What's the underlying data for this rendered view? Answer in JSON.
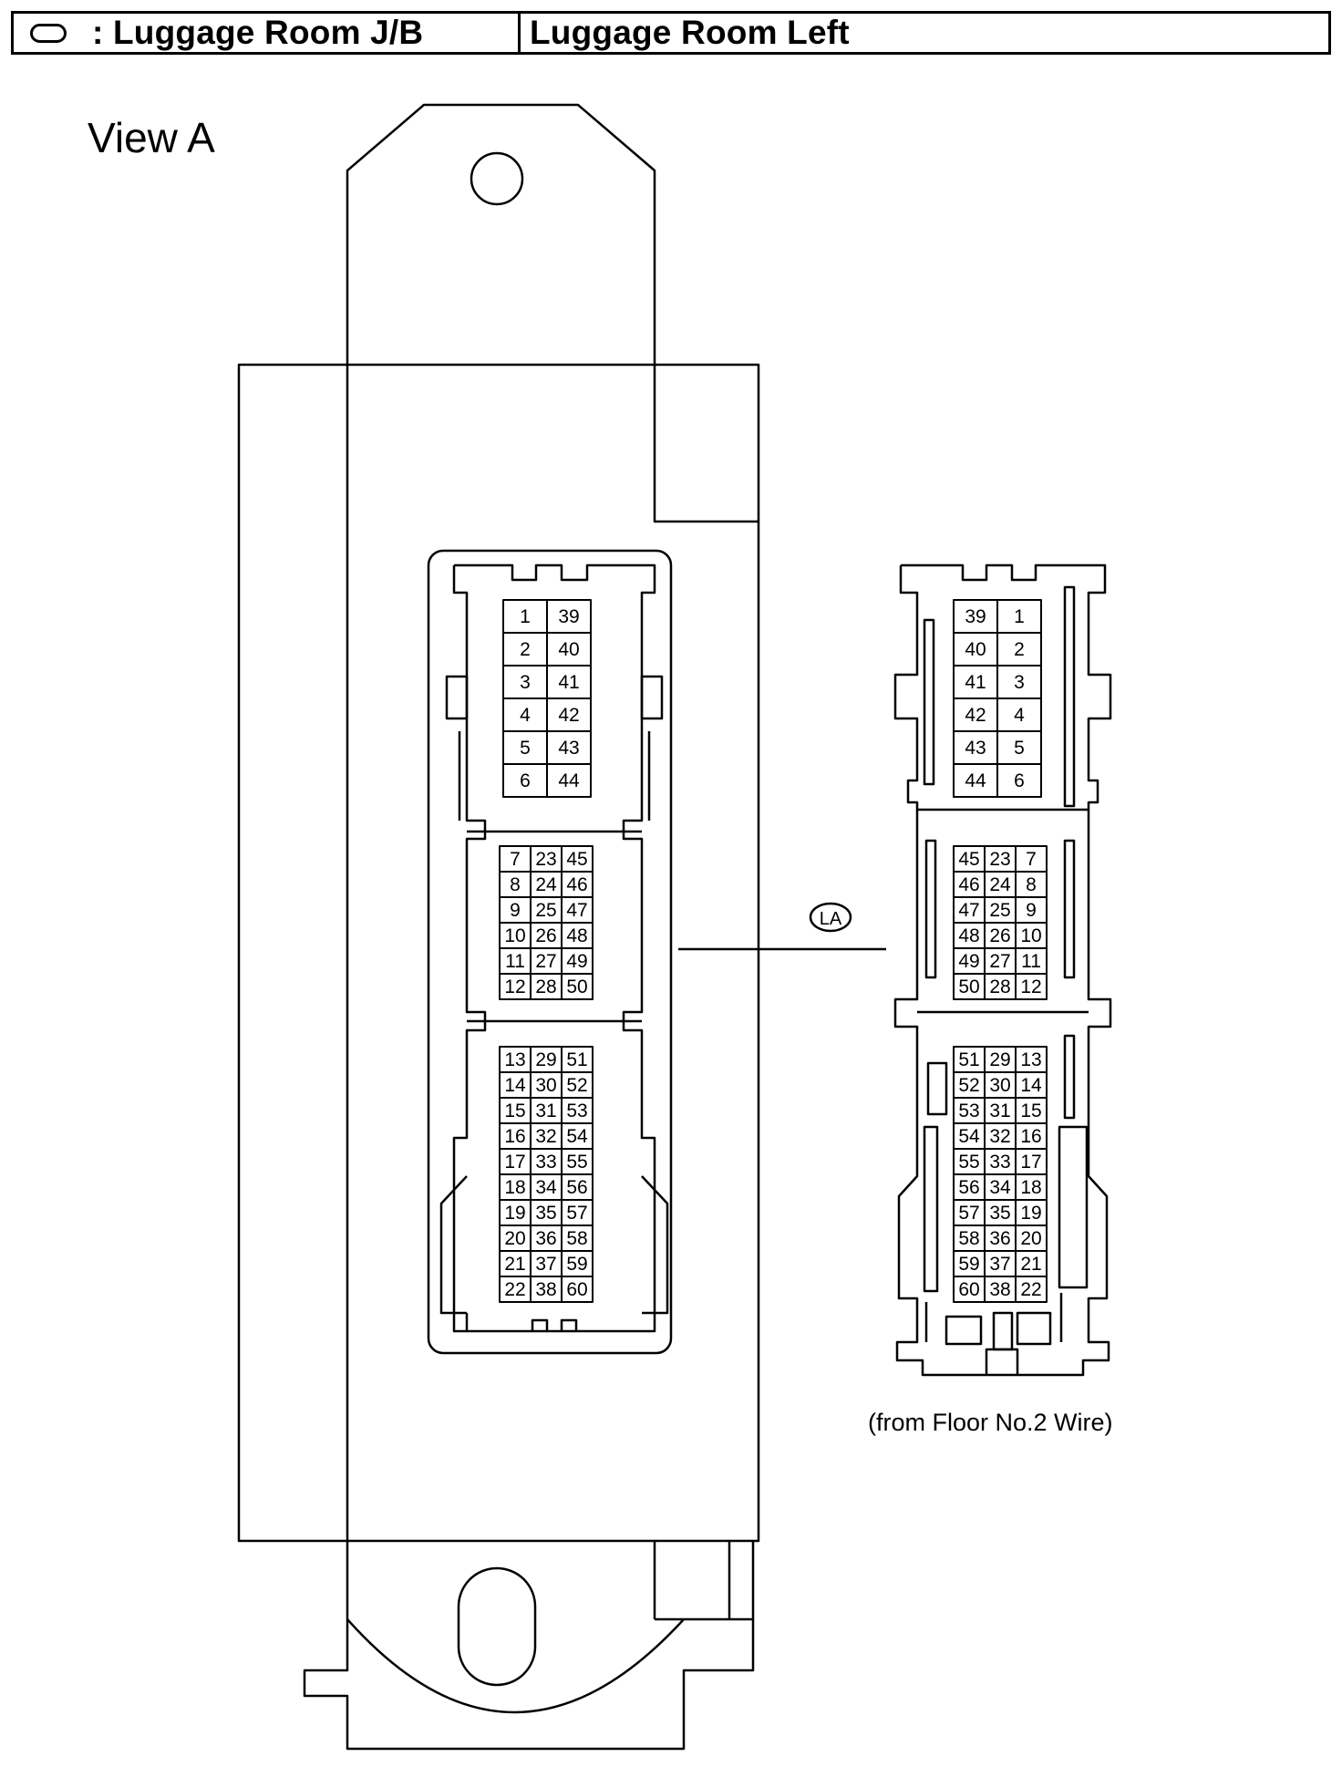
{
  "header": {
    "legend_label": ": Luggage Room J/B",
    "location": "Luggage Room Left"
  },
  "view_label": "View A",
  "connector": {
    "code": "LA",
    "source_note": "(from Floor No.2 Wire)"
  },
  "jb_side": {
    "block1": {
      "cols": [
        [
          1,
          2,
          3,
          4,
          5,
          6
        ],
        [
          39,
          40,
          41,
          42,
          43,
          44
        ]
      ]
    },
    "block2": {
      "cols": [
        [
          7,
          8,
          9,
          10,
          11,
          12
        ],
        [
          23,
          24,
          25,
          26,
          27,
          28
        ],
        [
          45,
          46,
          47,
          48,
          49,
          50
        ]
      ]
    },
    "block3": {
      "cols": [
        [
          13,
          14,
          15,
          16,
          17,
          18,
          19,
          20,
          21,
          22
        ],
        [
          29,
          30,
          31,
          32,
          33,
          34,
          35,
          36,
          37,
          38
        ],
        [
          51,
          52,
          53,
          54,
          55,
          56,
          57,
          58,
          59,
          60
        ]
      ]
    }
  },
  "wire_side": {
    "block1": {
      "cols": [
        [
          39,
          40,
          41,
          42,
          43,
          44
        ],
        [
          1,
          2,
          3,
          4,
          5,
          6
        ]
      ]
    },
    "block2": {
      "cols": [
        [
          45,
          46,
          47,
          48,
          49,
          50
        ],
        [
          23,
          24,
          25,
          26,
          27,
          28
        ],
        [
          7,
          8,
          9,
          10,
          11,
          12
        ]
      ]
    },
    "block3": {
      "cols": [
        [
          51,
          52,
          53,
          54,
          55,
          56,
          57,
          58,
          59,
          60
        ],
        [
          29,
          30,
          31,
          32,
          33,
          34,
          35,
          36,
          37,
          38
        ],
        [
          13,
          14,
          15,
          16,
          17,
          18,
          19,
          20,
          21,
          22
        ]
      ]
    }
  }
}
